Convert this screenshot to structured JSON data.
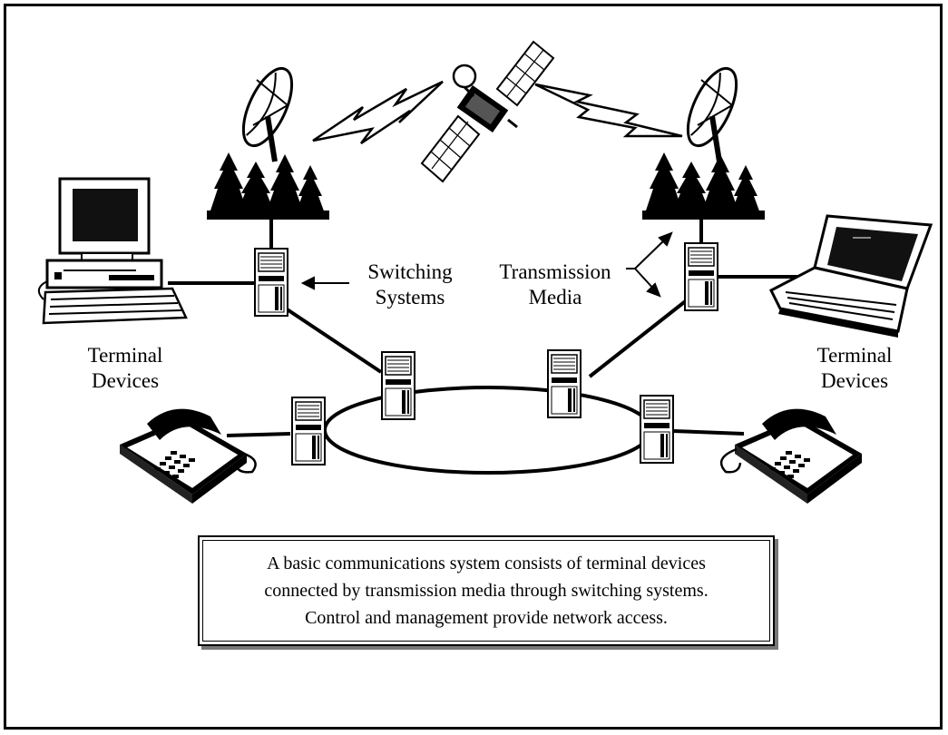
{
  "labels": {
    "switching_line1": "Switching",
    "switching_line2": "Systems",
    "transmission_line1": "Transmission",
    "transmission_line2": "Media",
    "terminal_left_line1": "Terminal",
    "terminal_left_line2": "Devices",
    "terminal_right_line1": "Terminal",
    "terminal_right_line2": "Devices"
  },
  "caption": {
    "line1": "A basic communications system consists of terminal devices",
    "line2": "connected by transmission media through switching systems.",
    "line3": "Control and management provide network access."
  },
  "colors": {
    "ink": "#000000",
    "screen": "#111111",
    "paper": "#ffffff"
  }
}
